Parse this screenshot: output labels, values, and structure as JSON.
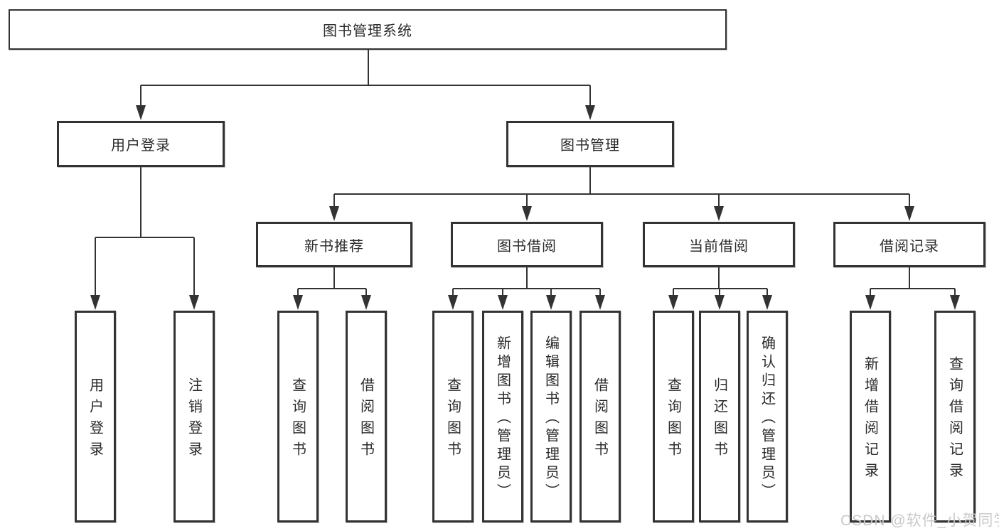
{
  "diagram": {
    "line_color": "#333333",
    "root": {
      "label": "图书管理系统"
    },
    "level2": [
      {
        "label": "用户登录"
      },
      {
        "label": "图书管理"
      }
    ],
    "level3": [
      {
        "label": "新书推荐"
      },
      {
        "label": "图书借阅"
      },
      {
        "label": "当前借阅"
      },
      {
        "label": "借阅记录"
      }
    ],
    "leaves": {
      "user_login": [
        {
          "label": "用户登录"
        },
        {
          "label": "注销登录"
        }
      ],
      "new_book_recommend": [
        {
          "label": "查询图书"
        },
        {
          "label": "借阅图书"
        }
      ],
      "book_borrow": [
        {
          "label": "查询图书"
        },
        {
          "label": "新增图书（管理员）"
        },
        {
          "label": "编辑图书（管理员）"
        },
        {
          "label": "借阅图书"
        }
      ],
      "current_borrow": [
        {
          "label": "查询图书"
        },
        {
          "label": "归还图书"
        },
        {
          "label": "确认归还（管理员）"
        }
      ],
      "borrow_records": [
        {
          "label": "新增借阅记录"
        },
        {
          "label": "查询借阅记录"
        }
      ]
    }
  },
  "watermark": {
    "text": "CSDN @软件_小贺同学",
    "color": "#c9c9c9"
  }
}
